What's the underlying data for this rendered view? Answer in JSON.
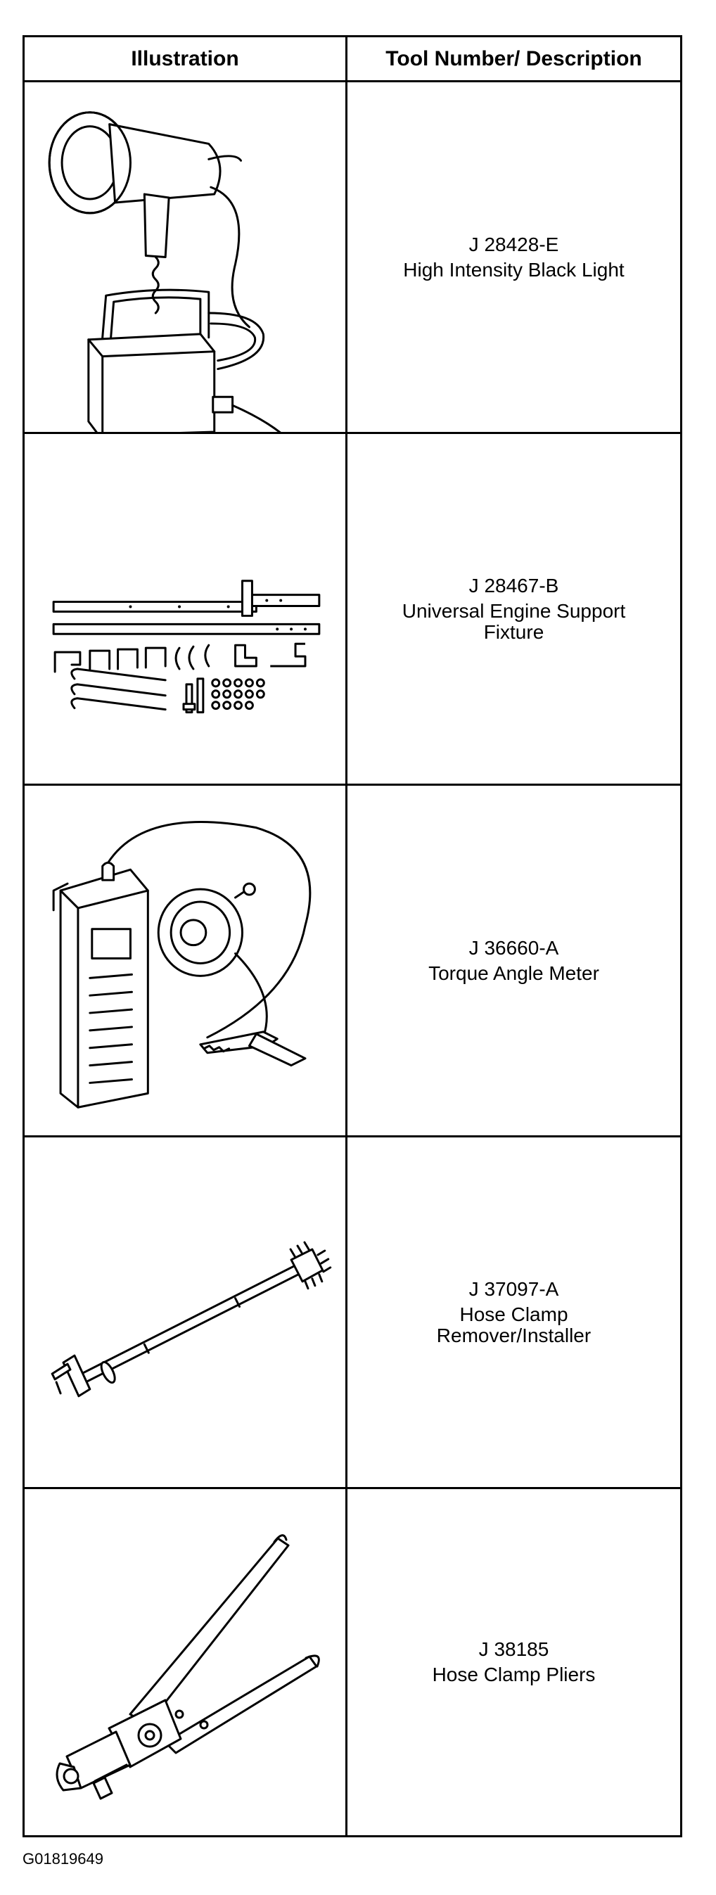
{
  "table": {
    "headers": {
      "illustration": "Illustration",
      "tool": "Tool Number/ Description"
    },
    "rows": [
      {
        "number": "J 28428-E",
        "description": [
          "High Intensity Black Light"
        ],
        "icon": "black-light"
      },
      {
        "number": "J 28467-B",
        "description": [
          "Universal Engine Support",
          "Fixture"
        ],
        "icon": "engine-support-fixture"
      },
      {
        "number": "J 36660-A",
        "description": [
          "Torque Angle Meter"
        ],
        "icon": "torque-angle-meter"
      },
      {
        "number": "J 37097-A",
        "description": [
          "Hose Clamp",
          "Remover/Installer"
        ],
        "icon": "hose-clamp-remover"
      },
      {
        "number": "J 38185",
        "description": [
          "Hose Clamp Pliers"
        ],
        "icon": "hose-clamp-pliers"
      }
    ]
  },
  "figure_id": "G01819649"
}
